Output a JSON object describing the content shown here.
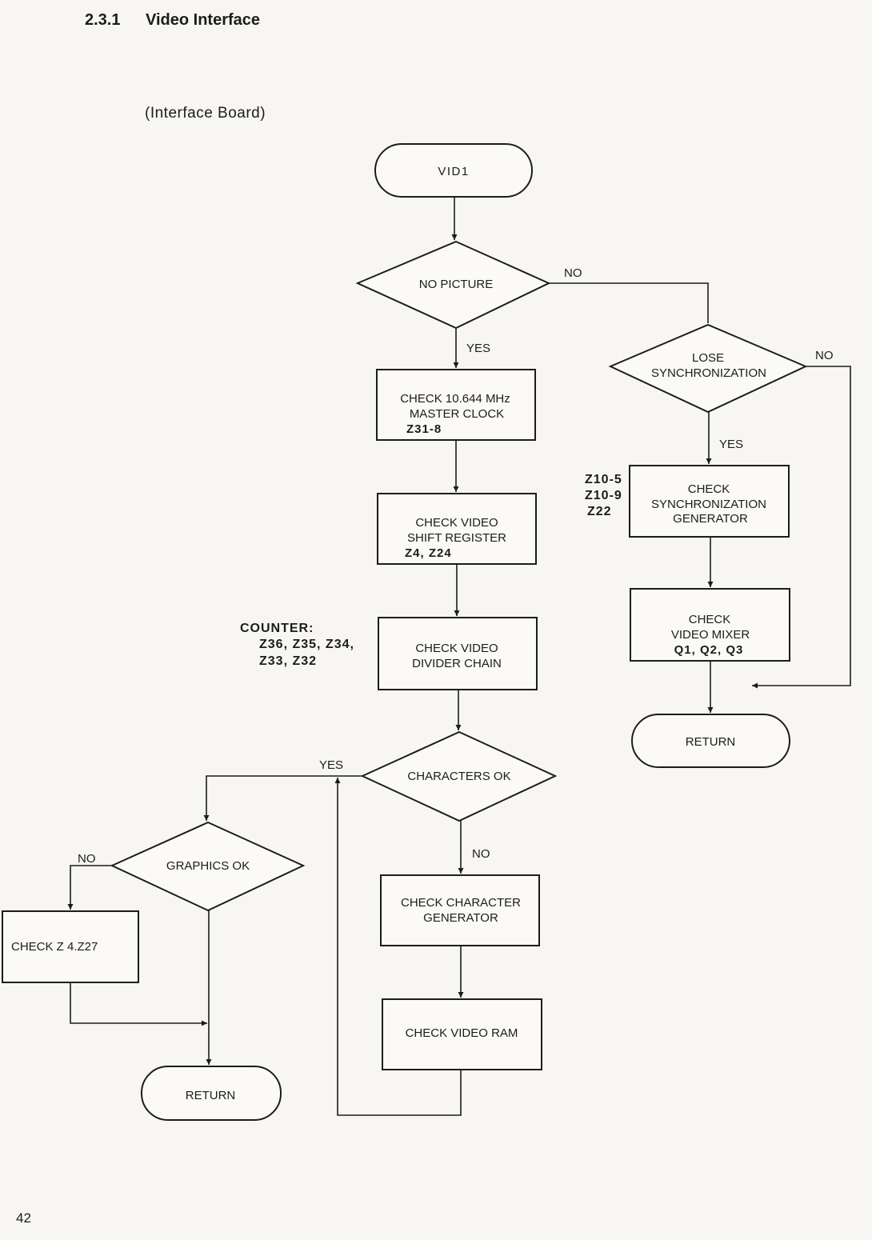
{
  "header": {
    "section_number": "2.3.1",
    "section_title": "Video Interface",
    "subtitle": "(Interface Board)"
  },
  "footer": {
    "page_number": "42"
  },
  "annotations": {
    "counter_title": "COUNTER:",
    "counter_line1": "Z36, Z35, Z34,",
    "counter_line2": "Z33, Z32",
    "sync_refs": [
      "Z10-5",
      "Z10-9",
      "Z22"
    ]
  },
  "nodes": {
    "vid1": "VID1",
    "no_picture": "NO PICTURE",
    "check_clock": [
      "CHECK 10.644 MHz",
      "MASTER CLOCK",
      "Z31-8"
    ],
    "check_shift": [
      "CHECK VIDEO",
      "SHIFT REGISTER",
      "Z4, Z24"
    ],
    "check_divider": [
      "CHECK VIDEO",
      "DIVIDER CHAIN"
    ],
    "characters_ok": "CHARACTERS OK",
    "graphics_ok": "GRAPHICS OK",
    "check_z4_z27": "CHECK Z 4.Z27",
    "return_left": "RETURN",
    "check_char_gen": [
      "CHECK CHARACTER",
      "GENERATOR"
    ],
    "check_video_ram": "CHECK VIDEO RAM",
    "lose_sync": [
      "LOSE",
      "SYNCHRONIZATION"
    ],
    "check_sync_gen": [
      "CHECK",
      "SYNCHRONIZATION",
      "GENERATOR"
    ],
    "check_mixer": [
      "CHECK",
      "VIDEO MIXER",
      "Q1, Q2, Q3"
    ],
    "return_right": "RETURN"
  },
  "edge_labels": {
    "no_picture_no": "NO",
    "no_picture_yes": "YES",
    "lose_sync_no": "NO",
    "lose_sync_yes": "YES",
    "characters_yes": "YES",
    "characters_no": "NO",
    "graphics_no": "NO"
  }
}
